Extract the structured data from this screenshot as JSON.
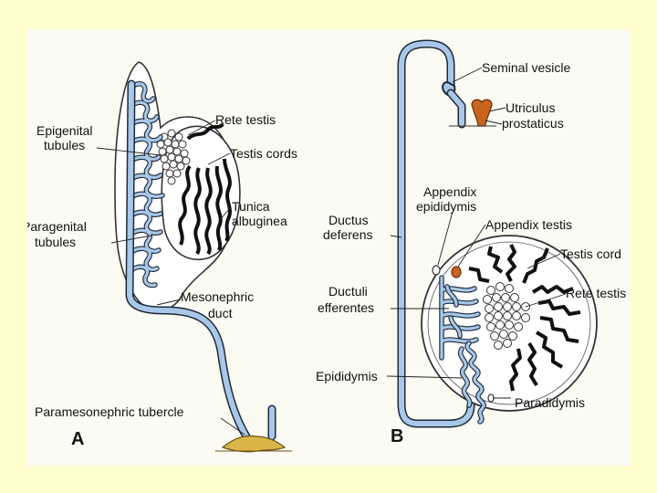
{
  "panel_a": {
    "letter": "A",
    "labels": {
      "epigenital_1": "Epigenital",
      "epigenital_2": "tubules",
      "rete_testis": "Rete testis",
      "testis_cords": "Testis cords",
      "tunica_1": "Tunica",
      "tunica_2": "albuginea",
      "paragenital_1": "Paragenital",
      "paragenital_2": "tubules",
      "mesonephric_1": "Mesonephric",
      "mesonephric_2": "duct",
      "paramesonephric": "Paramesonephric tubercle"
    }
  },
  "panel_b": {
    "letter": "B",
    "labels": {
      "seminal_vesicle": "Seminal vesicle",
      "utriculus_1": "Utriculus",
      "utriculus_2": "prostaticus",
      "appendix_epi_1": "Appendix",
      "appendix_epi_2": "epididymis",
      "appendix_testis": "Appendix testis",
      "testis_cord": "Testis cord",
      "ductus_1": "Ductus",
      "ductus_2": "deferens",
      "rete_testis": "Rete testis",
      "ductuli_1": "Ductuli",
      "ductuli_2": "efferentes",
      "epididymis": "Epididymis",
      "paradidymis": "Paradidymis"
    }
  },
  "colors": {
    "slide_background": "#ffffd0",
    "figure_background": "#fbfbf3",
    "duct_fill": "#a9c7e8",
    "duct_outline": "#1c2a38",
    "tubercle": "#d9b54a",
    "utriculus": "#c8641e"
  }
}
